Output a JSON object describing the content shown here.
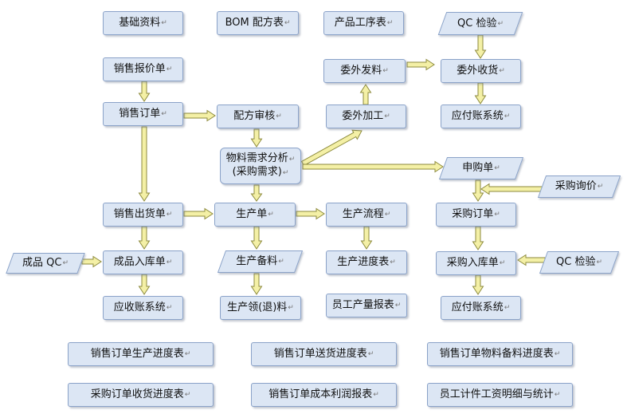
{
  "nodes": {
    "base_info": "基础资料",
    "bom": "BOM 配方表",
    "process_table": "产品工序表",
    "qc_top": "QC 检验",
    "quote": "销售报价单",
    "outsource_issue": "委外发料",
    "outsource_receive": "委外收货",
    "sales_order": "销售订单",
    "recipe_review": "配方审核",
    "outsource_process": "委外加工",
    "ap_system_top": "应付账系统",
    "mrp_line1": "物料需求分析",
    "mrp_line2": "(采购需求)",
    "purchase_request": "申购单",
    "purchase_inquiry": "采购询价",
    "sales_delivery": "销售出货单",
    "production_order": "生产单",
    "production_flow": "生产流程",
    "purchase_order": "采购订单",
    "fg_qc": "成品 QC",
    "fg_receipt": "成品入库单",
    "production_material": "生产备料",
    "production_progress": "生产进度表",
    "purchase_receipt": "采购入库单",
    "qc_right": "QC 检验",
    "ar_system": "应收账系统",
    "production_requisition": "生产领(退)料",
    "employee_output": "员工产量报表",
    "ap_system_bottom": "应付账系统"
  },
  "reports": {
    "r1": "销售订单生产进度表",
    "r2": "销售订单送货进度表",
    "r3": "销售订单物料备料进度表",
    "r4": "采购订单收货进度表",
    "r5": "销售订单成本利润报表",
    "r6": "员工计件工资明细与统计"
  },
  "paragraph_mark": "↵",
  "colors": {
    "box_fill": "#dce6f4",
    "box_border": "#8aa2c8",
    "arrow_fill": "#f4f0a6",
    "arrow_stroke": "#8c8a3c"
  }
}
